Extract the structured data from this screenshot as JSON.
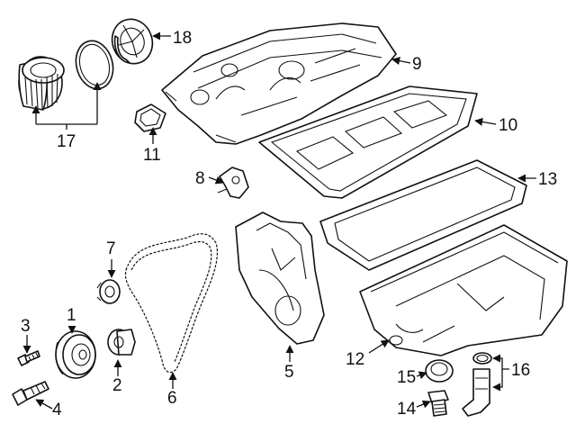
{
  "callouts": [
    {
      "id": "1",
      "text": "1"
    },
    {
      "id": "2",
      "text": "2"
    },
    {
      "id": "3",
      "text": "3"
    },
    {
      "id": "4",
      "text": "4"
    },
    {
      "id": "5",
      "text": "5"
    },
    {
      "id": "6",
      "text": "6"
    },
    {
      "id": "7",
      "text": "7"
    },
    {
      "id": "8",
      "text": "8"
    },
    {
      "id": "9",
      "text": "9"
    },
    {
      "id": "10",
      "text": "10"
    },
    {
      "id": "11",
      "text": "11"
    },
    {
      "id": "12",
      "text": "12"
    },
    {
      "id": "13",
      "text": "13"
    },
    {
      "id": "14",
      "text": "14"
    },
    {
      "id": "15",
      "text": "15"
    },
    {
      "id": "16",
      "text": "16"
    },
    {
      "id": "17",
      "text": "17"
    },
    {
      "id": "18",
      "text": "18"
    }
  ],
  "colors": {
    "ink": "#111111",
    "background": "#ffffff"
  }
}
